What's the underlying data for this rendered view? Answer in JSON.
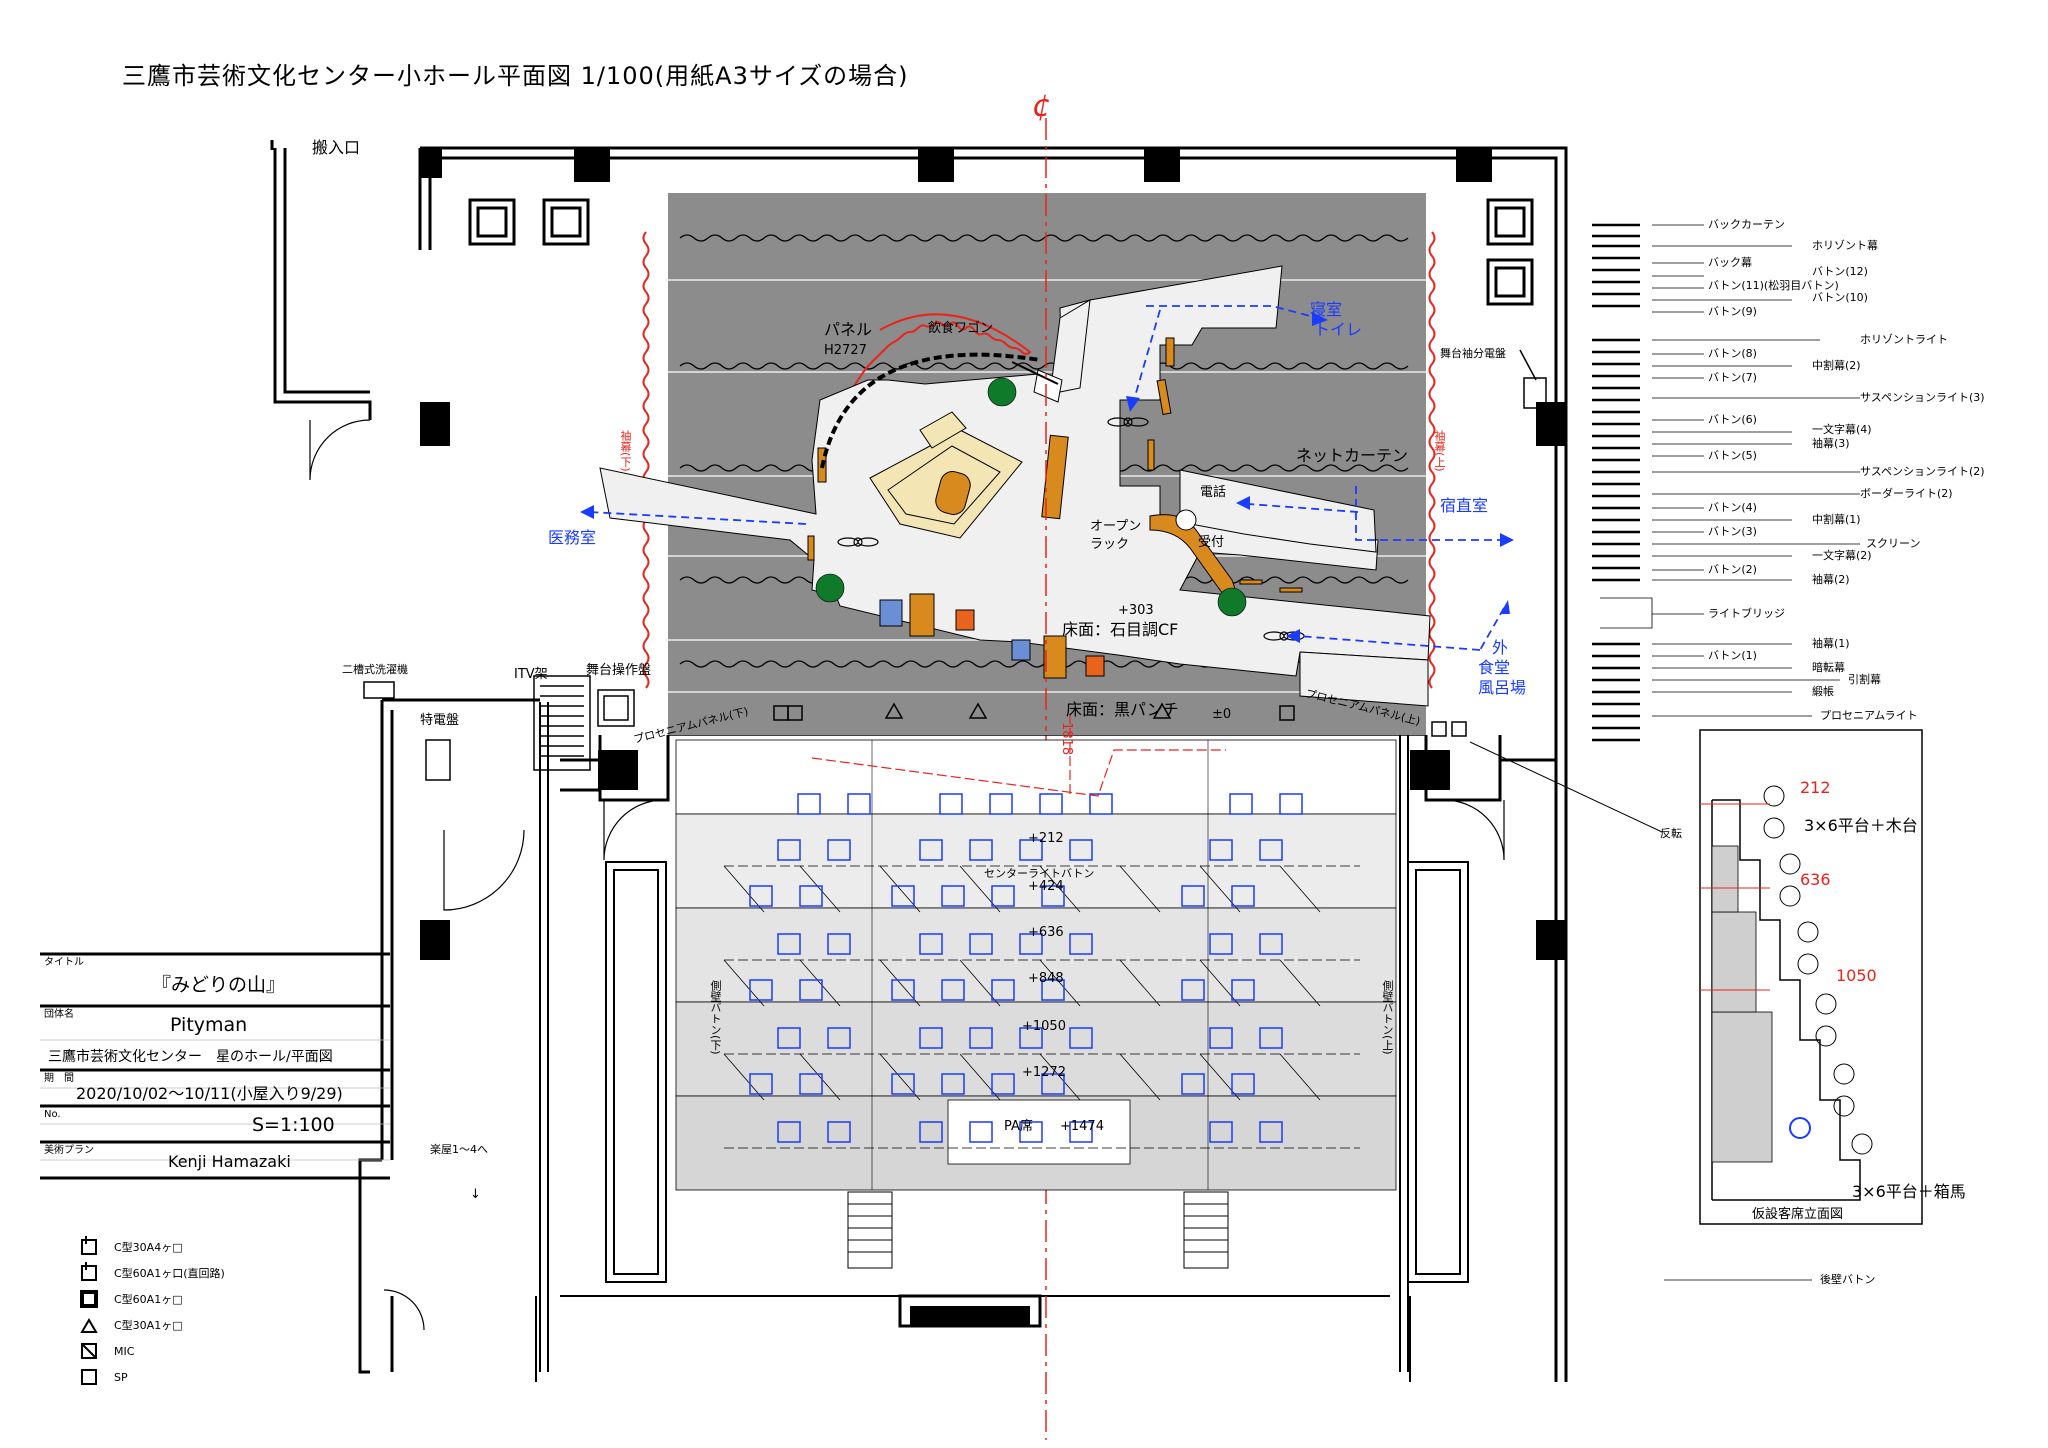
{
  "title": "三鷹市芸術文化センター小ホール平面図 1/100(用紙A3サイズの場合)",
  "centerline": "¢",
  "rooms": {
    "loading_entrance": "搬入口",
    "medical": "医務室",
    "bedroom": "寝室",
    "toilet": "トイレ",
    "night_duty": "宿直室",
    "outside": "外",
    "dining": "食堂",
    "bath": "風呂場"
  },
  "set_labels": {
    "panel": "パネル",
    "panel_height": "H2727",
    "wagon": "飲食ワゴン",
    "net_curtain": "ネットカーテン",
    "phone": "電話",
    "reception": "受付",
    "open_rack_1": "オープン",
    "open_rack_2": "ラック",
    "stage_height": "+303",
    "floor_stone": "床面：石目調CF",
    "floor_black": "床面：黒パンチ",
    "zero": "±0",
    "depth": "1818",
    "proscenium_l": "プロセニアムパネル(下)",
    "proscenium_r": "プロセニアムパネル(上)",
    "side_l": "袖幕(下)",
    "side_r": "袖幕(上)",
    "itv": "ITV架",
    "stage_console": "舞台操作盤",
    "washer": "二槽式洗濯機",
    "special_panel": "特電盤",
    "stage_wing_panel": "舞台袖分電盤",
    "center_batten": "センターライトバトン",
    "side_batten_l": "側壁バトン(下)",
    "side_batten_r": "側壁バトン(上)",
    "pa": "PA席",
    "dressing": "楽屋1～4へ",
    "arrow_down": "↓",
    "rotating": "反転",
    "rear_batten": "後壁バトン"
  },
  "seat_levels": [
    "+212",
    "+424",
    "+636",
    "+848",
    "+1050",
    "+1272",
    "+1474"
  ],
  "batten_list": [
    "バックカーテン",
    "ホリゾント幕",
    "バック幕",
    "バトン(12)",
    "バトン(11)(松羽目バトン)",
    "バトン(10)",
    "バトン(9)",
    "ホリゾントライト",
    "バトン(8)",
    "中割幕(2)",
    "バトン(7)",
    "サスペンションライト(3)",
    "バトン(6)",
    "一文字幕(4)",
    "袖幕(3)",
    "バトン(5)",
    "サスペンションライト(2)",
    "ボーダーライト(2)",
    "バトン(4)",
    "中割幕(1)",
    "バトン(3)",
    "スクリーン",
    "一文字幕(2)",
    "バトン(2)",
    "袖幕(2)",
    "ライトブリッジ",
    "袖幕(1)",
    "バトン(1)",
    "暗転幕",
    "引割幕",
    "緞帳",
    "プロセニアムライト"
  ],
  "elevation": {
    "h212": "212",
    "h636": "636",
    "h1050": "1050",
    "platform_wood": "3×6平台＋木台",
    "platform_box": "3×6平台＋箱馬",
    "caption": "仮設客席立面図"
  },
  "title_block": {
    "title_label": "タイトル",
    "title_value": "『みどりの山』",
    "group_label": "団体名",
    "group_value": "Pityman",
    "venue": "三鷹市芸術文化センター　星のホール/平面図",
    "period_label": "期　間",
    "period_value": "2020/10/02～10/11(小屋入り9/29)",
    "no_label": "No.",
    "scale": "S=1:100",
    "art_label": "美術プラン",
    "art_value": "Kenji Hamazaki"
  },
  "legend": [
    {
      "icon": "c30a4-icon",
      "label": "C型30A4ヶ□"
    },
    {
      "icon": "c60a1-direct-icon",
      "label": "C型60A1ヶ口(直回路)"
    },
    {
      "icon": "c60a1-icon",
      "label": "C型60A1ヶ□"
    },
    {
      "icon": "triangle-icon",
      "label": "C型30A1ヶ□"
    },
    {
      "icon": "mic-icon",
      "label": "MIC"
    },
    {
      "icon": "sp-icon",
      "label": "SP"
    }
  ],
  "colors": {
    "stage_grey": "#8c8c8c",
    "set_floor": "#f0f0f0",
    "seat_blue": "#1a3cff",
    "dim_red": "#e8241c",
    "rug": "#f3e6b4",
    "ottoman": "#d88a1e"
  }
}
